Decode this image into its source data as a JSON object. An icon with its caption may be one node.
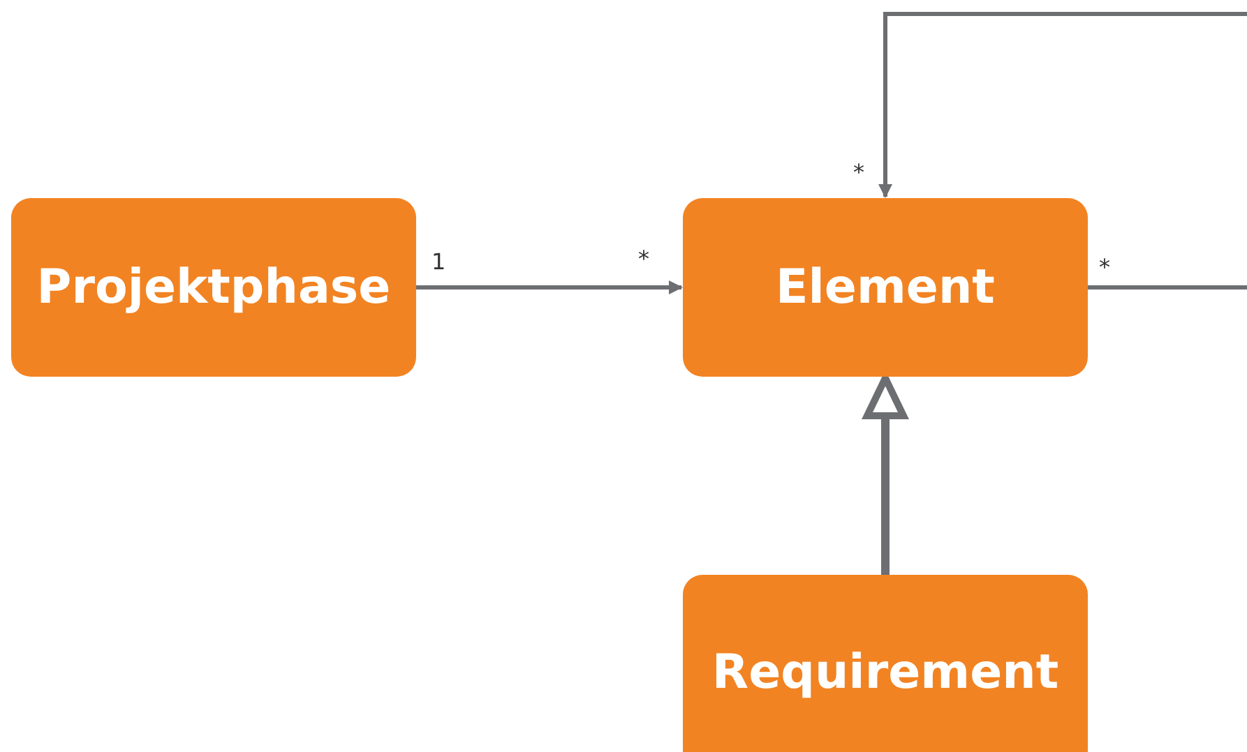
{
  "diagram": {
    "nodes": [
      {
        "text": [
          "Projektphase"
        ]
      },
      {
        "text": [
          "Element"
        ]
      },
      {
        "text": [
          "Requirement"
        ]
      }
    ],
    "edges": [
      {
        "from": 0,
        "to": 1,
        "arrow": "to"
      },
      {
        "from": 1,
        "to": 1,
        "arrow": "to"
      },
      {
        "from": 2,
        "to": 1,
        "arrow": "to",
        "style": "thick"
      }
    ],
    "labels": [
      "*",
      "1",
      "*",
      "*"
    ]
  }
}
